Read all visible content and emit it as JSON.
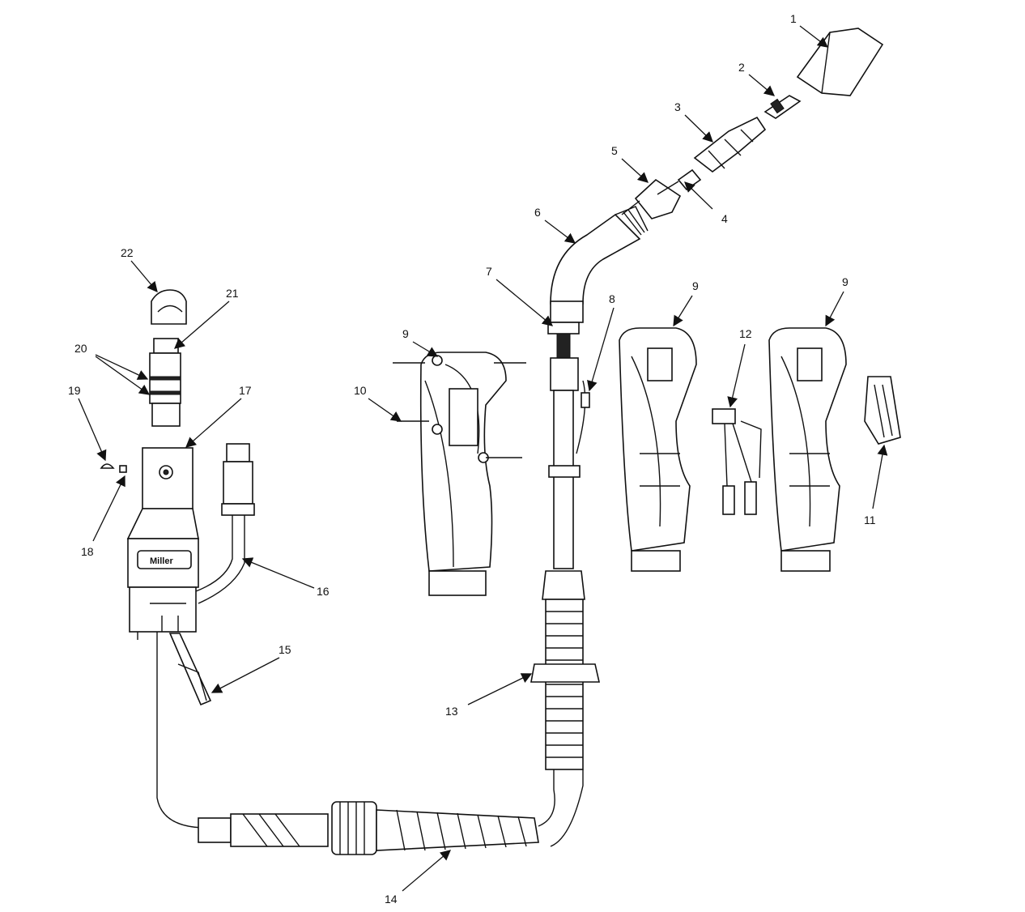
{
  "diagram": {
    "type": "exploded-parts-view",
    "callouts": [
      "1",
      "2",
      "3",
      "4",
      "5",
      "6",
      "7",
      "8",
      "9",
      "10",
      "11",
      "12",
      "13",
      "14",
      "15",
      "16",
      "17",
      "18",
      "19",
      "20",
      "21",
      "22"
    ],
    "logo_text": "Miller"
  }
}
